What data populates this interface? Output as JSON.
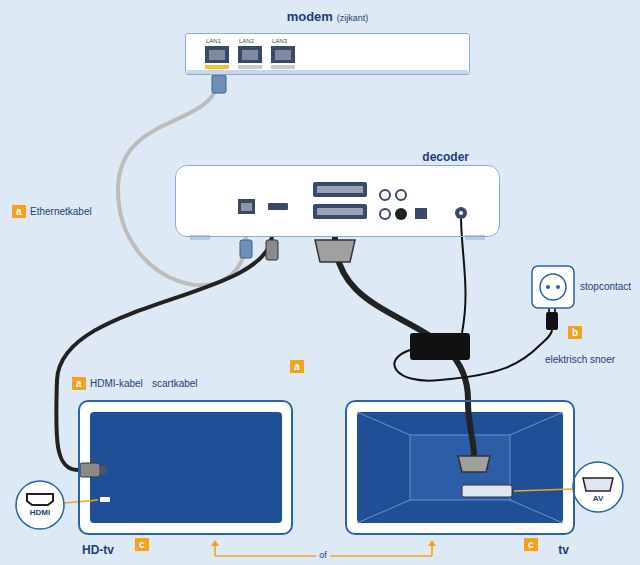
{
  "diagram": {
    "nodes": [
      {
        "text": [
          "modem",
          "(zijkant)"
        ]
      },
      {
        "text": [
          "decoder"
        ]
      },
      {
        "text": [
          "HD-tv"
        ]
      },
      {
        "text": [
          "tv"
        ]
      }
    ],
    "edges": [
      {
        "from": 0,
        "to": 1,
        "arrow": "none"
      },
      {
        "from": 1,
        "to": 2,
        "arrow": "none"
      },
      {
        "from": 1,
        "to": 3,
        "arrow": "none"
      }
    ],
    "labels": [
      "LAN1",
      "LAN2",
      "LAN3",
      "a",
      "Ethernetkabel",
      "a",
      "HDMI-kabel",
      "scartkabel",
      "a",
      "stopcontact",
      "b",
      "elektrisch snoer",
      "HDMI",
      "AV",
      "c",
      "c",
      "of"
    ]
  }
}
